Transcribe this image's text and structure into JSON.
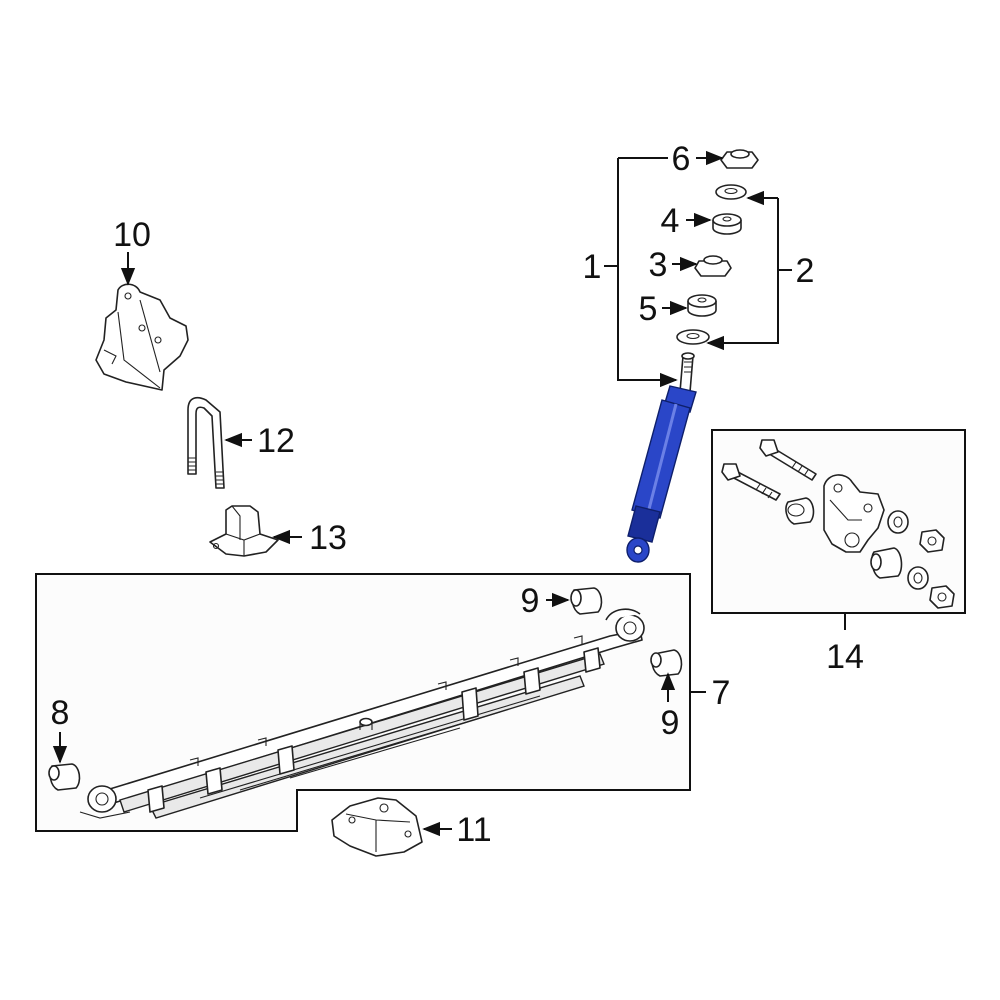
{
  "colors": {
    "highlight": "#2a46c8",
    "highlight_dark": "#1a2f9a",
    "line": "#111111",
    "panel_fill": "#fcfcfc"
  },
  "callouts": {
    "c1": "1",
    "c2": "2",
    "c3": "3",
    "c4": "4",
    "c5": "5",
    "c6": "6",
    "c7": "7",
    "c8": "8",
    "c9a": "9",
    "c9b": "9",
    "c10": "10",
    "c11": "11",
    "c12": "12",
    "c13": "13",
    "c14": "14"
  }
}
